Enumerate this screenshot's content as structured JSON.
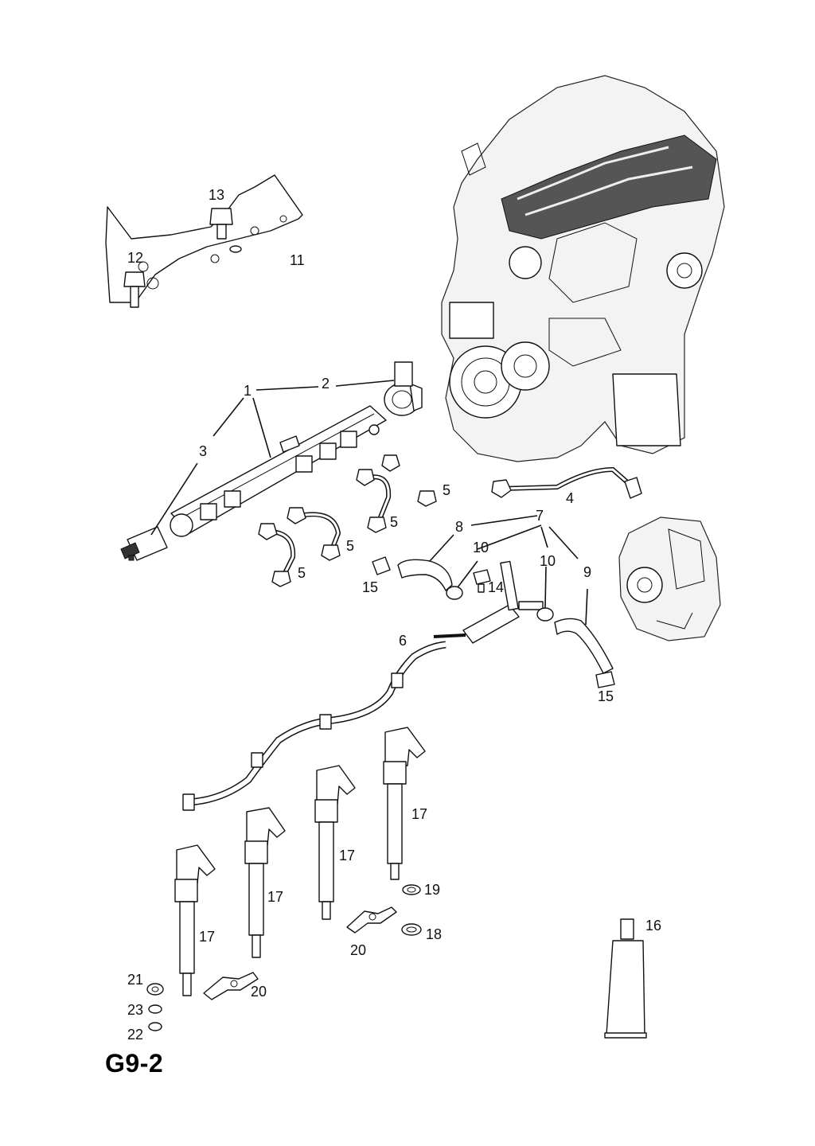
{
  "page_ref": "G9-2",
  "labels": {
    "l1": "1",
    "l2": "2",
    "l3": "3",
    "l4": "4",
    "l5a": "5",
    "l5b": "5",
    "l5c": "5",
    "l5d": "5",
    "l6": "6",
    "l7": "7",
    "l8": "8",
    "l9": "9",
    "l10a": "10",
    "l10b": "10",
    "l11": "11",
    "l12": "12",
    "l13": "13",
    "l14": "14",
    "l15a": "15",
    "l15b": "15",
    "l16": "16",
    "l17a": "17",
    "l17b": "17",
    "l17c": "17",
    "l17d": "17",
    "l18": "18",
    "l19": "19",
    "l20a": "20",
    "l20b": "20",
    "l21": "21",
    "l22": "22",
    "l23": "23"
  }
}
